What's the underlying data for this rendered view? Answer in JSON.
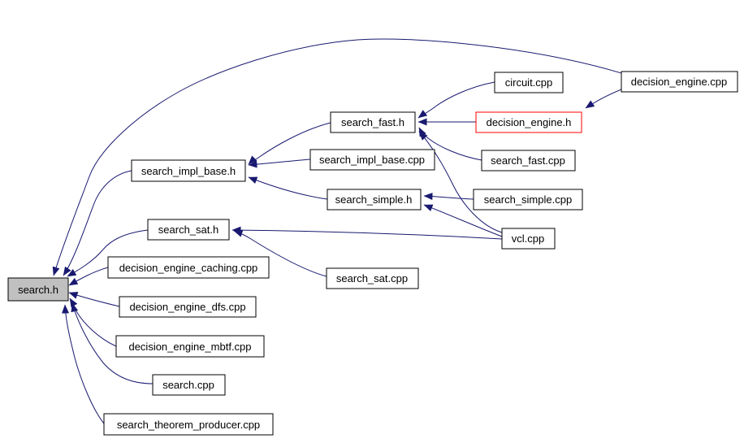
{
  "diagram": {
    "kind": "include-dependency-graph",
    "colors": {
      "edge": "#191970",
      "node_border": "#000000",
      "highlight_border": "#ff0000",
      "selected_fill": "#c0c0c0",
      "background": "#ffffff"
    },
    "nodes": [
      {
        "id": "search-h",
        "label": "search.h",
        "selected": true
      },
      {
        "id": "search-impl-base-h",
        "label": "search_impl_base.h"
      },
      {
        "id": "search-fast-h",
        "label": "search_fast.h"
      },
      {
        "id": "circuit-cpp",
        "label": "circuit.cpp"
      },
      {
        "id": "decision-engine-cpp",
        "label": "decision_engine.cpp"
      },
      {
        "id": "decision-engine-h",
        "label": "decision_engine.h",
        "highlighted": true
      },
      {
        "id": "search-fast-cpp",
        "label": "search_fast.cpp"
      },
      {
        "id": "search-impl-base-cpp",
        "label": "search_impl_base.cpp"
      },
      {
        "id": "search-simple-h",
        "label": "search_simple.h"
      },
      {
        "id": "search-simple-cpp",
        "label": "search_simple.cpp"
      },
      {
        "id": "vcl-cpp",
        "label": "vcl.cpp"
      },
      {
        "id": "search-sat-h",
        "label": "search_sat.h"
      },
      {
        "id": "search-sat-cpp",
        "label": "search_sat.cpp"
      },
      {
        "id": "decision-engine-caching-cpp",
        "label": "decision_engine_caching.cpp"
      },
      {
        "id": "decision-engine-dfs-cpp",
        "label": "decision_engine_dfs.cpp"
      },
      {
        "id": "decision-engine-mbtf-cpp",
        "label": "decision_engine_mbtf.cpp"
      },
      {
        "id": "search-cpp",
        "label": "search.cpp"
      },
      {
        "id": "search-theorem-producer-cpp",
        "label": "search_theorem_producer.cpp"
      }
    ],
    "edges": [
      {
        "from": "search_impl_base.h",
        "to": "search.h"
      },
      {
        "from": "search_sat.h",
        "to": "search.h"
      },
      {
        "from": "decision_engine.cpp",
        "to": "search.h"
      },
      {
        "from": "decision_engine_caching.cpp",
        "to": "search.h"
      },
      {
        "from": "decision_engine_dfs.cpp",
        "to": "search.h"
      },
      {
        "from": "decision_engine_mbtf.cpp",
        "to": "search.h"
      },
      {
        "from": "search.cpp",
        "to": "search.h"
      },
      {
        "from": "search_theorem_producer.cpp",
        "to": "search.h"
      },
      {
        "from": "search_fast.h",
        "to": "search_impl_base.h"
      },
      {
        "from": "search_impl_base.cpp",
        "to": "search_impl_base.h"
      },
      {
        "from": "search_simple.h",
        "to": "search_impl_base.h"
      },
      {
        "from": "circuit.cpp",
        "to": "search_fast.h"
      },
      {
        "from": "decision_engine.h",
        "to": "search_fast.h"
      },
      {
        "from": "search_fast.cpp",
        "to": "search_fast.h"
      },
      {
        "from": "vcl.cpp",
        "to": "search_fast.h"
      },
      {
        "from": "decision_engine.cpp",
        "to": "decision_engine.h"
      },
      {
        "from": "search_simple.cpp",
        "to": "search_simple.h"
      },
      {
        "from": "vcl.cpp",
        "to": "search_simple.h"
      },
      {
        "from": "vcl.cpp",
        "to": "search_sat.h"
      },
      {
        "from": "search_sat.cpp",
        "to": "search_sat.h"
      }
    ]
  }
}
